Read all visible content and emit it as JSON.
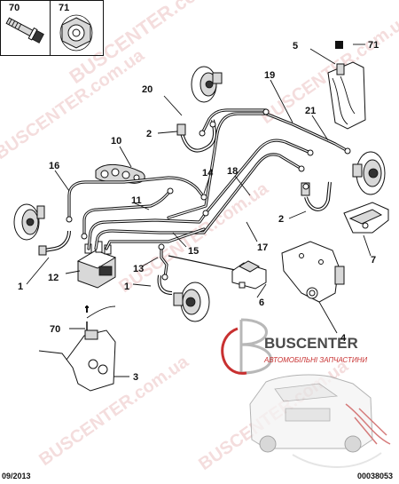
{
  "callouts": {
    "c70_top": "70",
    "c71_top": "71",
    "c5": "5",
    "c71": "71",
    "c19": "19",
    "c20": "20",
    "c2a": "2",
    "c21": "21",
    "c10": "10",
    "c16": "16",
    "c14": "14",
    "c18": "18",
    "c11": "11",
    "c2b": "2",
    "c7": "7",
    "c15": "15",
    "c17": "17",
    "c1a": "1",
    "c12": "12",
    "c13": "13",
    "c6": "6",
    "c1b": "1",
    "c70": "70",
    "c4": "4",
    "c3": "3"
  },
  "footer": {
    "date": "09/2013",
    "code": "00038053"
  },
  "logo": {
    "name": "BUSCENTER",
    "tagline": "АВТОМОБІЛЬНІ ЗАПЧАСТИНИ"
  },
  "watermarks": {
    "w1": "BUSCENTER.com.ua",
    "w2": "BUSCENTER.com.ua",
    "w3": "BUSCENTER.com.ua",
    "w4": "BUSCENTER.com.ua",
    "w5": "BUSCENTER.com.ua",
    "w6": "BUSCENTER.com.ua"
  },
  "colors": {
    "ink": "#111111",
    "watermark": "#e0a0a0",
    "logo_red": "#c83030",
    "logo_grey": "#4a4a4a"
  }
}
